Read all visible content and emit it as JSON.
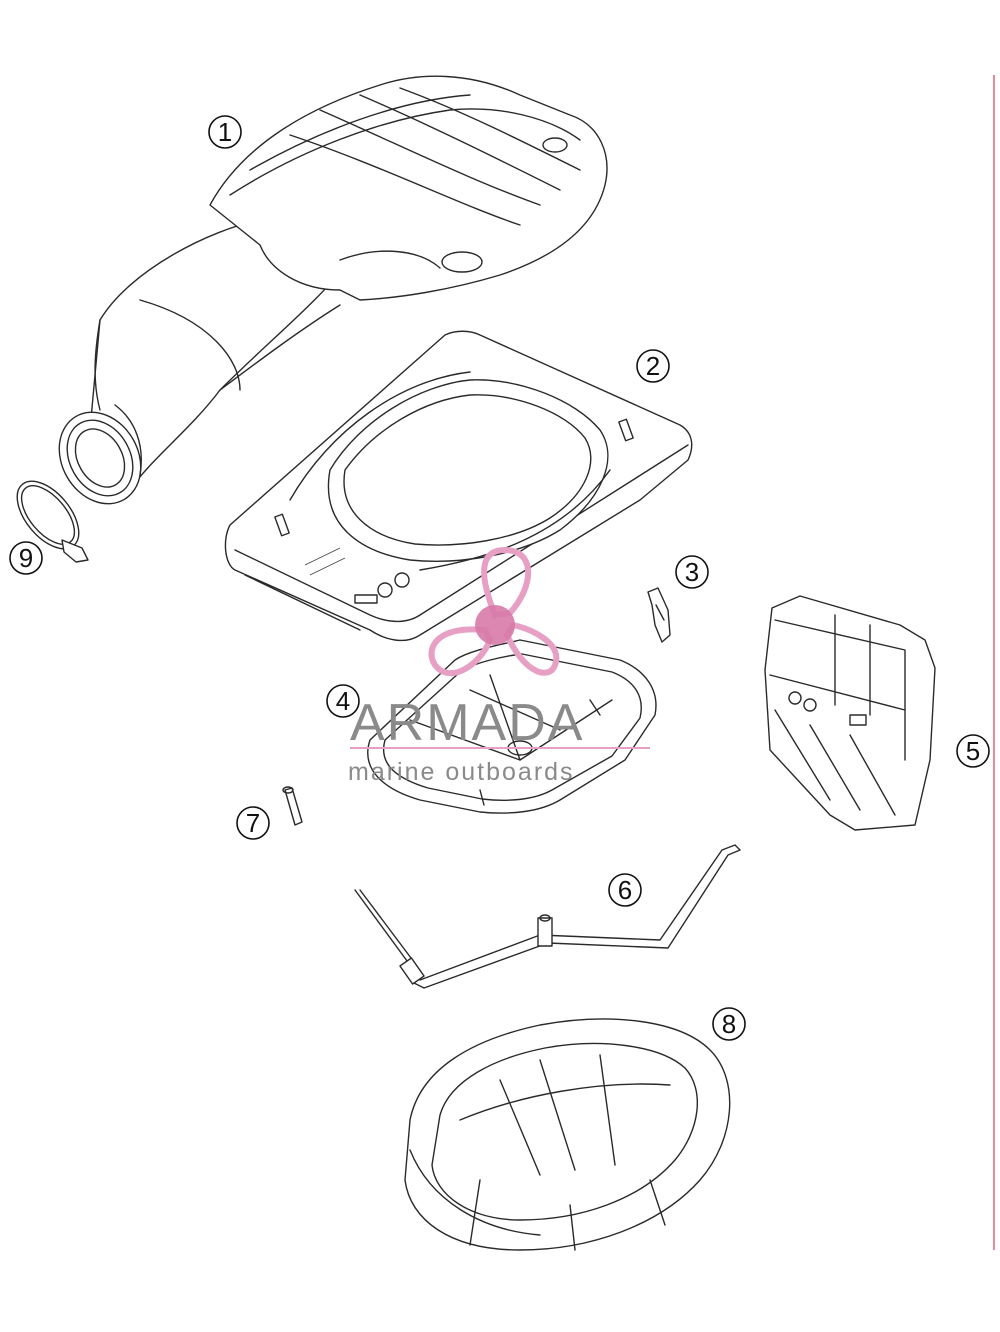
{
  "diagram": {
    "callouts": [
      {
        "id": "1",
        "label": "1"
      },
      {
        "id": "2",
        "label": "2"
      },
      {
        "id": "3",
        "label": "3"
      },
      {
        "id": "4",
        "label": "4"
      },
      {
        "id": "5",
        "label": "5"
      },
      {
        "id": "6",
        "label": "6"
      },
      {
        "id": "7",
        "label": "7"
      },
      {
        "id": "8",
        "label": "8"
      },
      {
        "id": "9",
        "label": "9"
      }
    ]
  },
  "watermark": {
    "title": "ARMADA",
    "subtitle": "marine outboards",
    "logo_color": "#e7a0c4",
    "logo_dark": "#d77aa9"
  },
  "colors": {
    "line": "#2a2a2a",
    "border_right": "#e88a9a"
  }
}
